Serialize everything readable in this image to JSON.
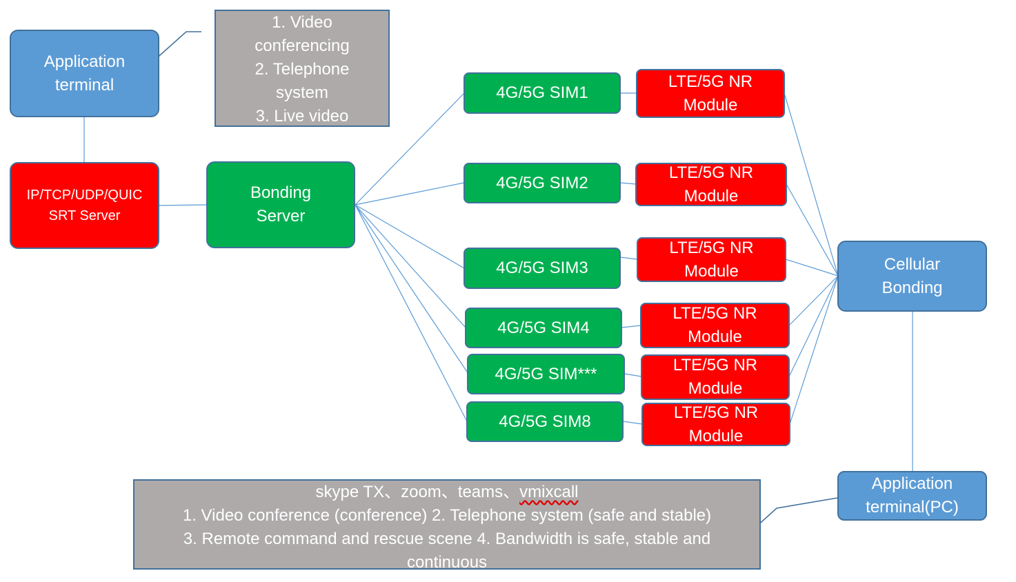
{
  "nodes": {
    "application_terminal": "Application\nterminal",
    "server": {
      "line1": "IP/TCP/UDP/QUIC",
      "line2": "SRT Server"
    },
    "bonding_server": "Bonding\nServer",
    "sims": [
      "4G/5G SIM1",
      "4G/5G SIM2",
      "4G/5G SIM3",
      "4G/5G SIM4",
      "4G/5G SIM***",
      "4G/5G SIM8"
    ],
    "module_label": "LTE/5G NR\nModule",
    "cellular_bonding": "Cellular\nBonding",
    "application_terminal_pc": "Application\nterminal(PC)"
  },
  "notes": {
    "top": "1. Video\nconferencing\n2. Telephone\nsystem\n3. Live video",
    "bottom": {
      "line1_prefix": "skype TX、zoom、teams、",
      "line1_app": "vmixcall",
      "line2": "1. Video conference (conference) 2. Telephone system (safe and stable)",
      "line3": "3. Remote command and rescue scene 4. Bandwidth is safe, stable and",
      "line4": "continuous"
    }
  },
  "colors": {
    "blue": "#5b9bd5",
    "red": "#ff0000",
    "green": "#00b050",
    "grey": "#aeaaaa",
    "line": "#5b9bd5",
    "callout": "#41719c"
  }
}
